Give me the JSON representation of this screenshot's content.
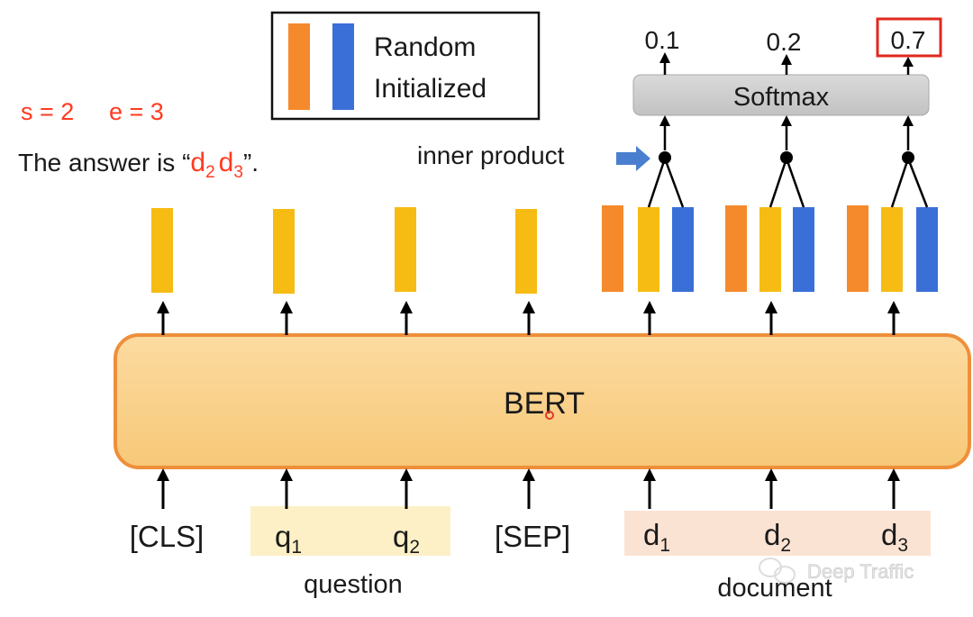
{
  "legend": {
    "line1": "Random",
    "line2": "Initialized"
  },
  "answer": {
    "s_label": "s = 2",
    "e_label": "e = 3",
    "prefix": "The answer is “",
    "d": "d",
    "sub2": "2",
    "sub3": "3",
    "suffix": "”."
  },
  "softmax": {
    "label": "Softmax",
    "outputs": [
      "0.1",
      "0.2",
      "0.7"
    ],
    "highlight_index": 2
  },
  "inner_product_label": "inner product",
  "model": {
    "label": "BERT"
  },
  "tokens": {
    "cls": "[CLS]",
    "sep": "[SEP]",
    "q": "q",
    "d": "d",
    "sub1": "1",
    "sub2": "2",
    "sub3": "3"
  },
  "group_labels": {
    "question": "question",
    "document": "document"
  },
  "watermark": "Deep Traffic",
  "colors": {
    "orange_vector": "#f58a2c",
    "blue_vector": "#3a6fd8",
    "yellow_vector": "#f6bc14",
    "bert_fill": "#fbd38d",
    "bert_border": "#ee8f3a",
    "question_bg": "#fdf0c6",
    "document_bg": "#fbe3d3",
    "softmax_fill": "#cfcfcf",
    "inner_arrow": "#4a7fcf",
    "highlight_box": "#e0281e"
  }
}
